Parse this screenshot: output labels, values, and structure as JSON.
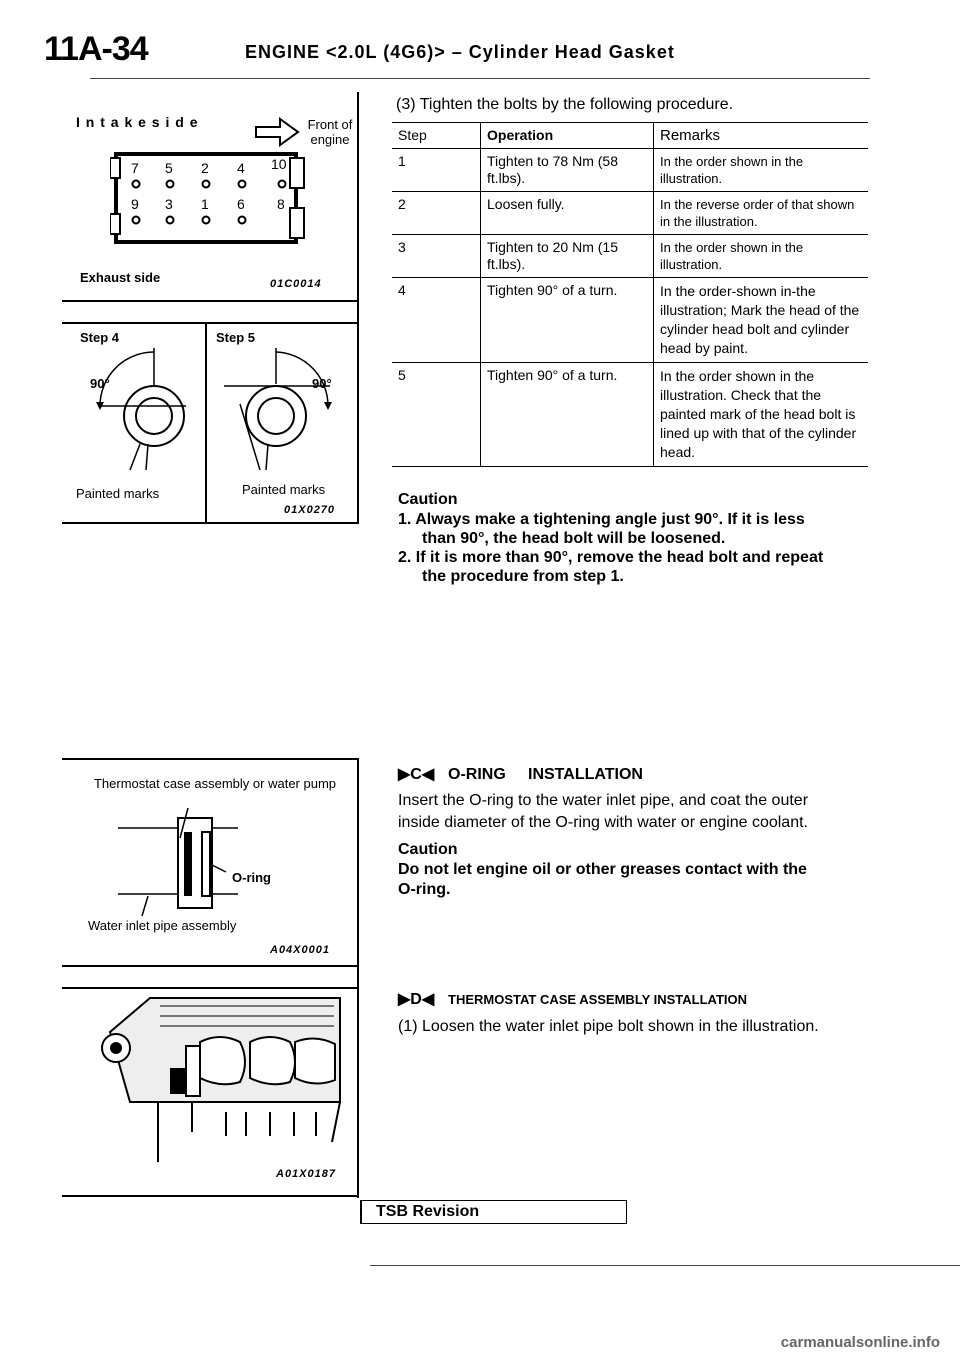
{
  "header": {
    "code": "11A-34",
    "title": "ENGINE <2.0L (4G6)> – Cylinder Head Gasket"
  },
  "fig1": {
    "intake_side": "I n t a k e   s i d e",
    "front_of_engine": "Front of engine",
    "exhaust_side": "Exhaust side",
    "id": "01C0014",
    "row1": [
      "7",
      "5",
      "2",
      "4",
      "10"
    ],
    "row2": [
      "9",
      "3",
      "1",
      "6",
      "8"
    ]
  },
  "fig2": {
    "step4": "Step 4",
    "step5": "Step 5",
    "angle4": "90°",
    "angle5": "90°",
    "painted_left": "Painted marks",
    "painted_right": "Painted marks",
    "id": "01X0270"
  },
  "fig3": {
    "top_label": "Thermostat case assembly or water pump",
    "oring": "O-ring",
    "bottom_label": "Water inlet pipe assembly",
    "id": "A04X0001"
  },
  "fig4": {
    "id": "A01X0187"
  },
  "procedure": {
    "intro": "(3) Tighten the bolts by the following procedure.",
    "head_step": "Step",
    "head_operation": "Operation",
    "head_remarks": "Remarks",
    "rows": [
      {
        "step": "1",
        "op": "Tighten to 78 Nm (58 ft.lbs).",
        "remarks": "In the order shown in the illustration."
      },
      {
        "step": "2",
        "op": "Loosen fully.",
        "remarks": "In the reverse order of that shown in the illustration."
      },
      {
        "step": "3",
        "op": "Tighten to 20 Nm (15 ft.lbs).",
        "remarks": "In the order shown in the illustration."
      },
      {
        "step": "4",
        "op": "Tighten 90° of a turn.",
        "remarks": "In the order-shown in-the illustration; Mark the head of the cylinder head bolt and cylinder head by paint."
      },
      {
        "step": "5",
        "op": "Tighten 90° of a turn.",
        "remarks": "In the order shown in the illustration. Check that the painted mark of the head bolt is lined up with that of the cylinder head."
      }
    ]
  },
  "caution1": {
    "title": "Caution",
    "item1a": "1.   Always make a tightening angle just 90°. If it is less",
    "item1b": "than 90°, the head bolt will be loosened.",
    "item2a": "2.   If it is more than 90°, remove the head bolt and repeat",
    "item2b": "the procedure from step 1."
  },
  "oring_install": {
    "heading_marker": "▶C◀",
    "heading": "O-RING     INSTALLATION",
    "text1": "Insert the O-ring to the water inlet pipe, and coat the outer",
    "text2": "inside diameter of the O-ring with water or engine coolant.",
    "caution_title": "Caution",
    "caution_text1": "Do not let engine oil or other greases contact with the",
    "caution_text2": "O-ring."
  },
  "thermostat_install": {
    "heading_marker": "▶D◀",
    "heading": "THERMOSTAT CASE ASSEMBLY INSTALLATION",
    "text": "(1) Loosen the water inlet pipe bolt shown in the illustration."
  },
  "tsb": "TSB Revision",
  "footer": "carmanualsonline.info"
}
